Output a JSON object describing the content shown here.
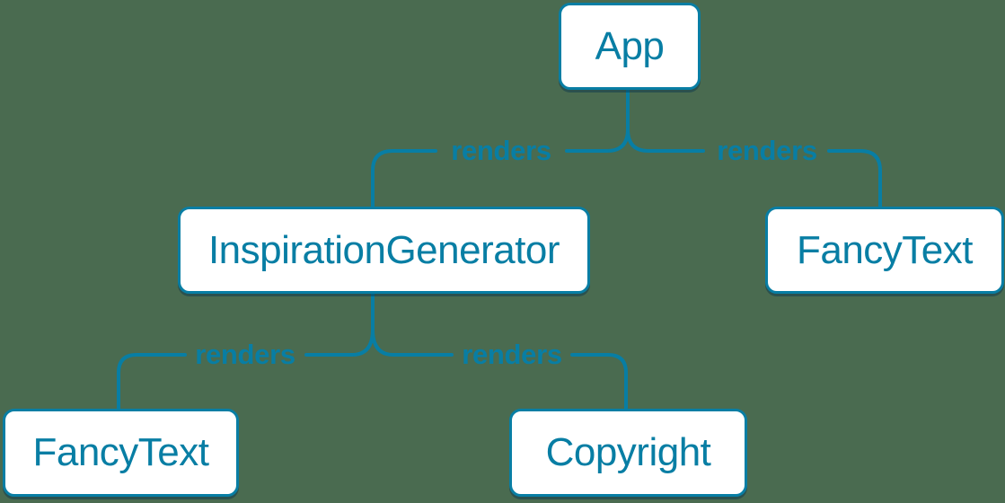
{
  "colors": {
    "accent": "#087ea4",
    "background": "#4a6b50",
    "node_fill": "#ffffff"
  },
  "diagram": {
    "type": "component-render-tree",
    "nodes": {
      "app": {
        "label": "App"
      },
      "inspiration_generator": {
        "label": "InspirationGenerator"
      },
      "fancy_text_top": {
        "label": "FancyText"
      },
      "fancy_text_bottom": {
        "label": "FancyText"
      },
      "copyright": {
        "label": "Copyright"
      }
    },
    "edges": {
      "app_to_inspiration_generator": {
        "label": "renders"
      },
      "app_to_fancy_text": {
        "label": "renders"
      },
      "inspiration_generator_to_fancy_text": {
        "label": "renders"
      },
      "inspiration_generator_to_copyright": {
        "label": "renders"
      }
    }
  }
}
